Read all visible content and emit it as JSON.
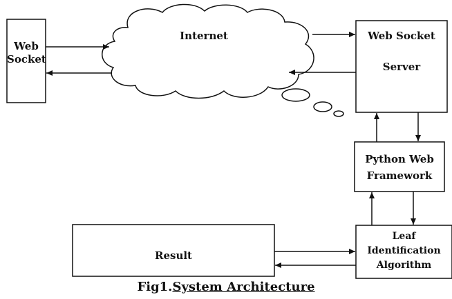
{
  "diagram": {
    "nodes": {
      "websocket_client": {
        "line1": "Web",
        "line2": "Socket"
      },
      "internet": {
        "label": "Internet"
      },
      "websocket_server": {
        "line1": "Web Socket",
        "line2": "Server"
      },
      "python_framework": {
        "line1": "Python Web",
        "line2": "Framework"
      },
      "leaf_algorithm": {
        "line1": "Leaf",
        "line2": "Identification",
        "line3": "Algorithm"
      },
      "result": {
        "label": "Result"
      }
    },
    "edges": [
      {
        "from": "websocket_client",
        "to": "internet"
      },
      {
        "from": "internet",
        "to": "websocket_client"
      },
      {
        "from": "internet",
        "to": "websocket_server"
      },
      {
        "from": "websocket_server",
        "to": "internet"
      },
      {
        "from": "websocket_server",
        "to": "python_framework"
      },
      {
        "from": "python_framework",
        "to": "websocket_server"
      },
      {
        "from": "python_framework",
        "to": "leaf_algorithm"
      },
      {
        "from": "leaf_algorithm",
        "to": "python_framework"
      },
      {
        "from": "result",
        "to": "leaf_algorithm"
      },
      {
        "from": "leaf_algorithm",
        "to": "result"
      }
    ],
    "caption": {
      "prefix": "Fig1.",
      "title": "System Architecture"
    }
  }
}
